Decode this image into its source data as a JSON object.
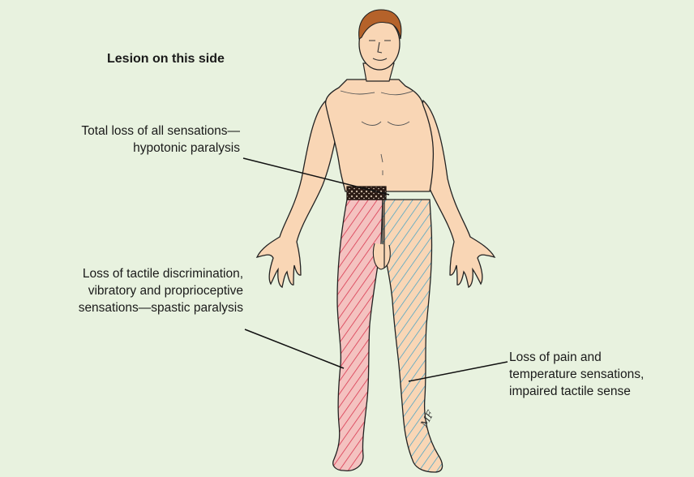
{
  "labels": {
    "side": "Lesion on this side",
    "total_loss": [
      "Total loss of all sensations—",
      "hypotonic paralysis"
    ],
    "tactile_loss": [
      "Loss of tactile discrimination,",
      "vibratory and proprioceptive",
      "sensations—spastic paralysis"
    ],
    "pain_loss": [
      "Loss of pain and",
      "temperature sensations,",
      "impaired tactile sense"
    ]
  },
  "artist_signature": "MF",
  "colors": {
    "background": "#e8f2df",
    "skin": "#f9d6b5",
    "hair": "#b5622a",
    "ipsilateral_hatch": "#d9374f",
    "contralateral_hatch": "#3aa0c8",
    "lesion_band": "#2a1a14",
    "outline": "#222222"
  }
}
